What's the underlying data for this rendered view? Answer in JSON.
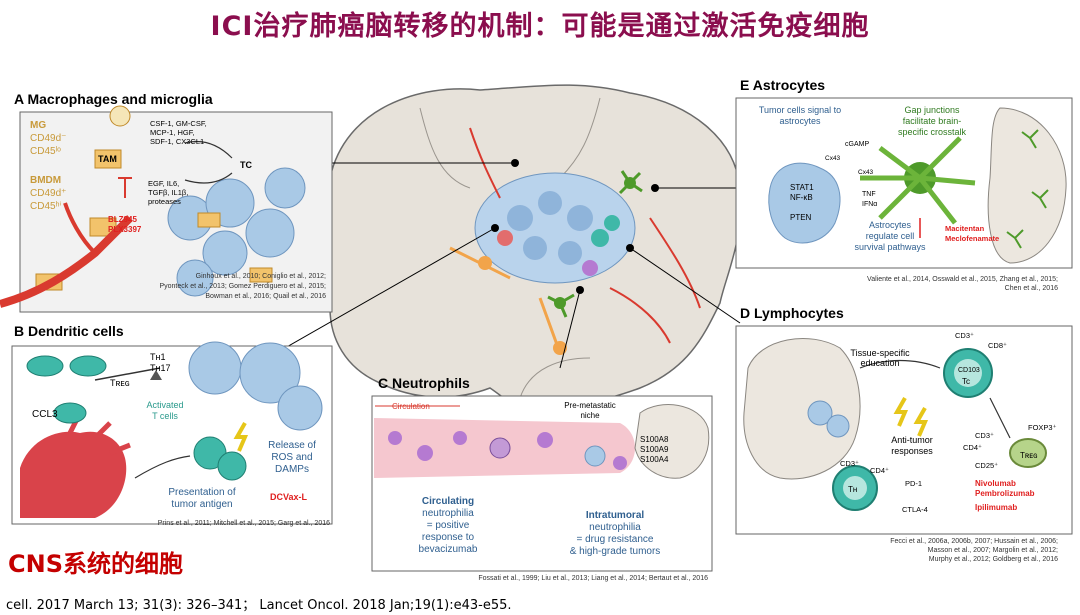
{
  "slide_title": "ICI治疗肺癌脑转移的机制：可能是通过激活免疫细胞",
  "overlay_title": "CNS系统的细胞",
  "citation": "cell. 2017 March 13; 31(3): 326–341； Lancet Oncol. 2018 Jan;19(1):e43-e55.",
  "colors": {
    "title": "#8b0e4e",
    "overlay": "#c40000",
    "cell_blue": "#a9c9e6",
    "cell_teal": "#3fb8a8",
    "astro_green": "#4e9a2a",
    "tam_orange": "#f2c36b",
    "vessel_red": "#d93a2f",
    "drug_red": "#e02020"
  },
  "panel_a": {
    "title": "A  Macrophages and microglia",
    "mg_label": "MG",
    "mg_marker1": "CD49d⁻",
    "mg_marker2": "CD45ˡᵒ",
    "bmdm_label": "BMDM",
    "bmdm_marker1": "CD49d⁺",
    "bmdm_marker2": "CD45ʰⁱ",
    "tam_label": "TAM",
    "tc_label": "TC",
    "factors_top1": "CSF-1, GM-CSF,",
    "factors_top2": "MCP-1, HGF,",
    "factors_top3": "SDF-1, CX3CL1",
    "factors_bottom1": "EGF, IL6,",
    "factors_bottom2": "TGFβ, IL1β,",
    "factors_bottom3": "proteases",
    "drug1": "BLZ945",
    "drug2": "PLX3397",
    "refs1": "Ginhoux et al., 2010; Coniglio et al., 2012;",
    "refs2": "Pyonteck et al., 2013; Gomez Perdiguero et al., 2015;",
    "refs3": "Bowman et al., 2016; Quail et al., 2016"
  },
  "panel_b": {
    "title": "B  Dendritic cells",
    "th1": "Tʜ1",
    "th17": "Tʜ17",
    "treg": "Tʀᴇɢ",
    "ccl3": "CCL3",
    "activated1": "Activated",
    "activated2": "T cells",
    "release1": "Release of",
    "release2": "ROS and",
    "release3": "DAMPs",
    "presentation1": "Presentation of",
    "presentation2": "tumor antigen",
    "dcvax": "DCVax-L",
    "refs": "Prins et al., 2011; Mitchell et al., 2015; Garg et al., 2016"
  },
  "panel_c": {
    "title": "C  Neutrophils",
    "circulation": "Circulation",
    "niche1": "Pre-metastatic",
    "niche2": "niche",
    "s100a8": "S100A8",
    "s100a9": "S100A9",
    "s100a4": "S100A4",
    "circ1": "Circulating",
    "circ2": "neutrophilia",
    "circ3": "= positive",
    "circ4": "response to",
    "circ5": "bevacizumab",
    "intra1": "Intratumoral",
    "intra2": "neutrophilia",
    "intra3": "= drug resistance",
    "intra4": "& high-grade tumors",
    "refs": "Fossati et al., 1999; Liu et al., 2013; Liang et al., 2014; Bertaut et al., 2016"
  },
  "panel_d": {
    "title": "D  Lymphocytes",
    "education1": "Tissue-specific",
    "education2": "education",
    "cd3": "CD3⁺",
    "cd8": "CD8⁺",
    "cd103": "CD103",
    "tc": "Tc",
    "antitumor1": "Anti-tumor",
    "antitumor2": "responses",
    "foxp3": "FOXP3⁺",
    "cd3b": "CD3⁺",
    "cd4": "CD4⁺",
    "cd25": "CD25⁺",
    "treg": "Tʀᴇɢ",
    "cd3c": "CD3⁺",
    "cd4b": "CD4⁺",
    "th": "Tʜ",
    "pd1": "PD-1",
    "ctla4": "CTLA-4",
    "drug1": "Nivolumab",
    "drug2": "Pembrolizumab",
    "drug3": "Ipilimumab",
    "refs1": "Fecci et al., 2006a, 2006b, 2007; Hussain et al., 2006;",
    "refs2": "Masson et al., 2007; Margolin et al., 2012;",
    "refs3": "Murphy et al., 2012; Goldberg et al., 2016"
  },
  "panel_e": {
    "title": "E  Astrocytes",
    "signal1": "Tumor cells signal to",
    "signal2": "astrocytes",
    "gap1": "Gap junctions",
    "gap2": "facilitate brain-",
    "gap3": "specific crosstalk",
    "cgamp": "cGAMP",
    "cx43a": "Cx43",
    "cx43b": "Cx43",
    "stat1": "STAT1",
    "nfkb": "NF-κB",
    "pten": "PTEN",
    "tnf": "TNF",
    "ifna": "IFNα",
    "regulate1": "Astrocytes",
    "regulate2": "regulate cell",
    "regulate3": "survival pathways",
    "drug1": "Macitentan",
    "drug2": "Meclofenamate",
    "refs1": "Valiente et al., 2014, Osswald et al., 2015, Zhang et al., 2015;",
    "refs2": "Chen et al., 2016"
  }
}
